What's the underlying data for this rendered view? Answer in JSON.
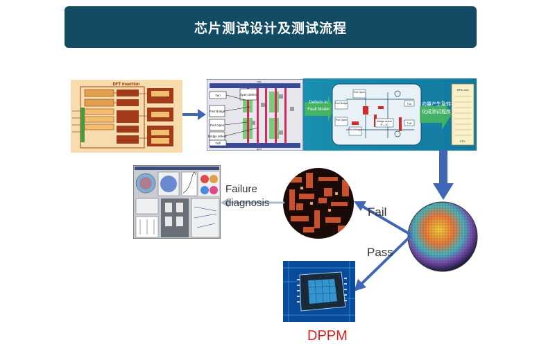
{
  "title": "芯片测试设计及测试流程",
  "flow": {
    "dft": {
      "title": "DFT Insertion"
    },
    "defects": {
      "labels": [
        "Tun",
        "Open defect",
        "Port Bridge",
        "Port Open",
        "Bridge defect",
        "Tuff"
      ],
      "top_label": "vdd",
      "bottom_label": "gnd"
    },
    "fault_model": {
      "arrow_label": [
        "Defects to",
        "Fault Model"
      ],
      "labels": [
        "Port Open",
        "Port Bridge",
        "Port Open",
        "Port Bridge",
        "Bridge defect",
        "Tun",
        "Tuff"
      ],
      "bridge_value": "R = 10"
    },
    "vector_gen": {
      "text": [
        "向量产生及转",
        "化成测试程序"
      ]
    },
    "program": {
      "label": "STIL xxx",
      "sub": "STIL"
    },
    "failure_diagnosis": [
      "Failure",
      "diagnosis"
    ],
    "fail_label": "Fail",
    "pass_label": "Pass",
    "dppm_label": "DPPM"
  },
  "colors": {
    "title_bg": "#124b63",
    "arrow": "#3f67b5",
    "arrow_light": "#a8b8cf",
    "dppm": "#e02020",
    "teal_bg": "#1387a6"
  }
}
